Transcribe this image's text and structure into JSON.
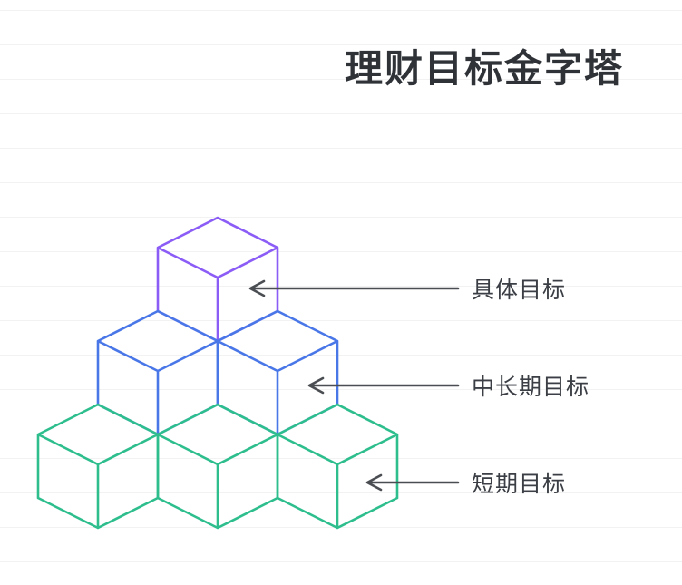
{
  "title": "理财目标金字塔",
  "pyramid": {
    "levels": [
      {
        "label": "具体目标",
        "color": "#8b5cf6",
        "cubes": 1
      },
      {
        "label": "中长期目标",
        "color": "#4a77e8",
        "cubes": 2
      },
      {
        "label": "短期目标",
        "color": "#2ebe8d",
        "cubes": 3
      }
    ]
  },
  "arrow_color": "#4a4d52",
  "text_color": "#3b3f45",
  "title_color": "#2f3338"
}
